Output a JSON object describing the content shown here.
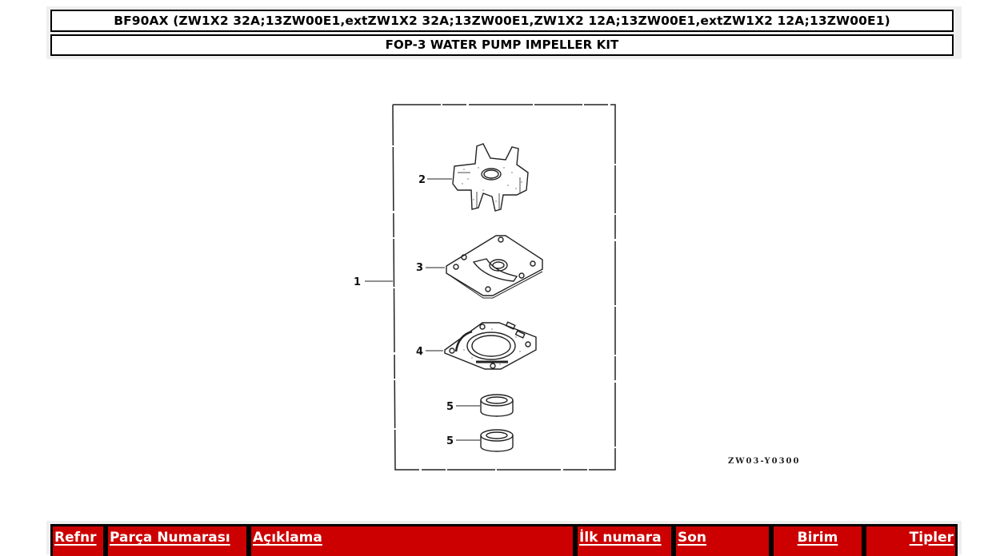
{
  "title": {
    "model": "BF90AX (ZW1X2 32A;13ZW00E1,extZW1X2 32A;13ZW00E1,ZW1X2 12A;13ZW00E1,extZW1X2 12A;13ZW00E1)",
    "section": "FOP-3 WATER PUMP IMPELLER KIT"
  },
  "diagram": {
    "code": "ZW03-Y0300",
    "callouts": [
      "1",
      "2",
      "3",
      "4",
      "5",
      "5"
    ],
    "parts": [
      {
        "ref": "1",
        "name": "kit-frame"
      },
      {
        "ref": "2",
        "name": "impeller"
      },
      {
        "ref": "3",
        "name": "pump-plate"
      },
      {
        "ref": "4",
        "name": "gasket"
      },
      {
        "ref": "5",
        "name": "seal"
      },
      {
        "ref": "5",
        "name": "seal"
      }
    ]
  },
  "table": {
    "header_bg": "#cc0000",
    "columns": [
      {
        "key": "refnr",
        "label": "Refnr"
      },
      {
        "key": "part_number",
        "label": "Parça Numarası"
      },
      {
        "key": "description",
        "label": "Açıklama"
      },
      {
        "key": "first_number",
        "label": "İlk numara"
      },
      {
        "key": "last",
        "label": "Son"
      },
      {
        "key": "unit",
        "label": "Birim"
      },
      {
        "key": "types",
        "label": "Tipler"
      }
    ]
  }
}
